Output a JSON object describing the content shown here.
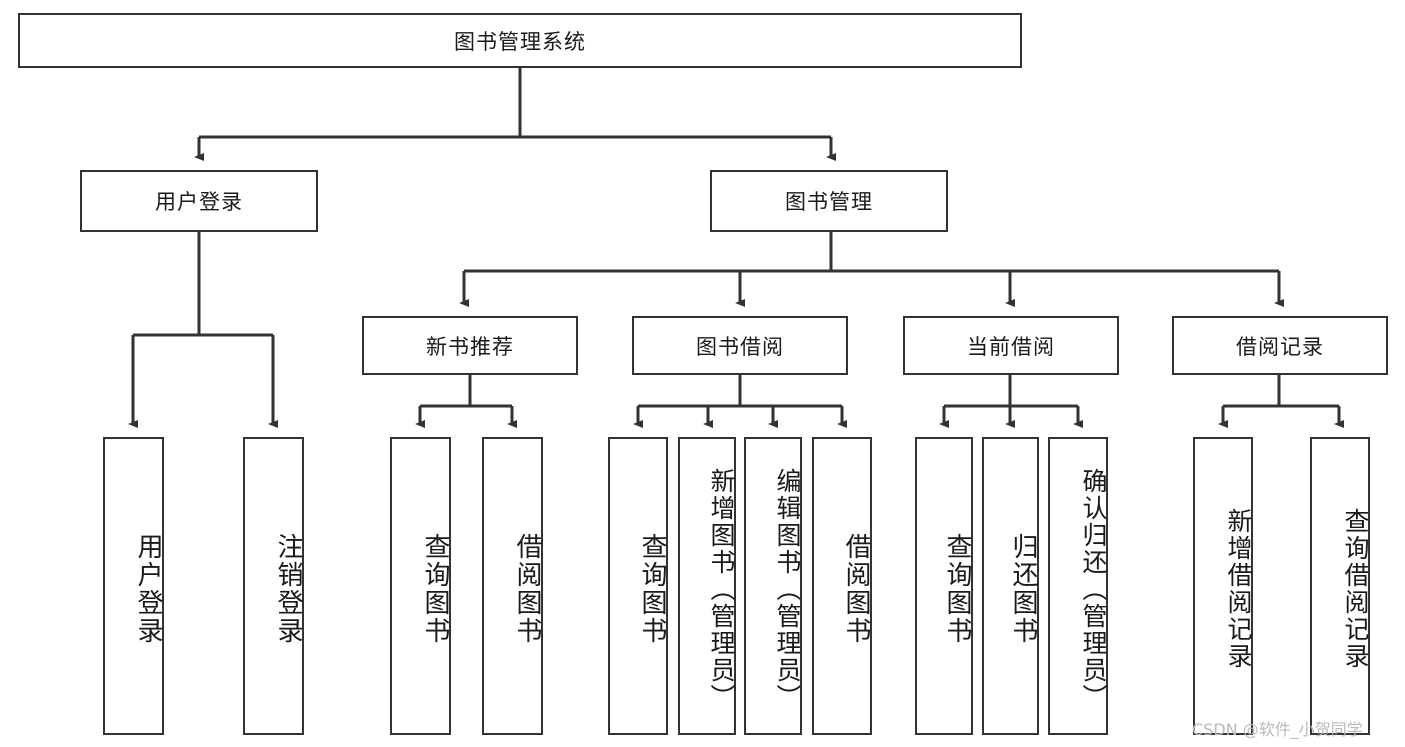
{
  "diagram": {
    "title": "图书管理系统",
    "type": "tree-hierarchy",
    "watermark": "CSDN @软件_小贺同学",
    "colors": {
      "stroke": "#333333",
      "fill": "#ffffff",
      "text": "#1a1a1a",
      "watermark": "#b9b9b9"
    },
    "nodes": {
      "root": {
        "label": "图书管理系统",
        "level": 1,
        "orientation": "horizontal"
      },
      "l2": [
        {
          "id": "user-login",
          "label": "用户登录",
          "level": 2,
          "orientation": "horizontal"
        },
        {
          "id": "book-manage",
          "label": "图书管理",
          "level": 2,
          "orientation": "horizontal"
        }
      ],
      "l3": [
        {
          "id": "new-book-recommend",
          "label": "新书推荐",
          "level": 3,
          "orientation": "horizontal",
          "parent": "book-manage"
        },
        {
          "id": "book-borrow",
          "label": "图书借阅",
          "level": 3,
          "orientation": "horizontal",
          "parent": "book-manage"
        },
        {
          "id": "current-borrow",
          "label": "当前借阅",
          "level": 3,
          "orientation": "horizontal",
          "parent": "book-manage"
        },
        {
          "id": "borrow-record",
          "label": "借阅记录",
          "level": 3,
          "orientation": "horizontal",
          "parent": "book-manage"
        }
      ],
      "leaves": [
        {
          "id": "leaf-user-login",
          "label": "用户登录",
          "parent": "user-login",
          "orientation": "vertical"
        },
        {
          "id": "leaf-user-logout",
          "label": "注销登录",
          "parent": "user-login",
          "orientation": "vertical"
        },
        {
          "id": "leaf-query-book-1",
          "label": "查询图书",
          "parent": "new-book-recommend",
          "orientation": "vertical"
        },
        {
          "id": "leaf-borrow-book-1",
          "label": "借阅图书",
          "parent": "new-book-recommend",
          "orientation": "vertical"
        },
        {
          "id": "leaf-query-book-2",
          "label": "查询图书",
          "parent": "book-borrow",
          "orientation": "vertical"
        },
        {
          "id": "leaf-add-book",
          "label": "新增图书（管理员）",
          "parent": "book-borrow",
          "orientation": "vertical"
        },
        {
          "id": "leaf-edit-book",
          "label": "编辑图书（管理员）",
          "parent": "book-borrow",
          "orientation": "vertical"
        },
        {
          "id": "leaf-borrow-book-2",
          "label": "借阅图书",
          "parent": "book-borrow",
          "orientation": "vertical"
        },
        {
          "id": "leaf-query-book-3",
          "label": "查询图书",
          "parent": "current-borrow",
          "orientation": "vertical"
        },
        {
          "id": "leaf-return-book",
          "label": "归还图书",
          "parent": "current-borrow",
          "orientation": "vertical"
        },
        {
          "id": "leaf-confirm-return",
          "label": "确认归还（管理员）",
          "parent": "current-borrow",
          "orientation": "vertical"
        },
        {
          "id": "leaf-add-record",
          "label": "新增借阅记录",
          "parent": "borrow-record",
          "orientation": "vertical"
        },
        {
          "id": "leaf-query-record",
          "label": "查询借阅记录",
          "parent": "borrow-record",
          "orientation": "vertical"
        }
      ]
    }
  }
}
